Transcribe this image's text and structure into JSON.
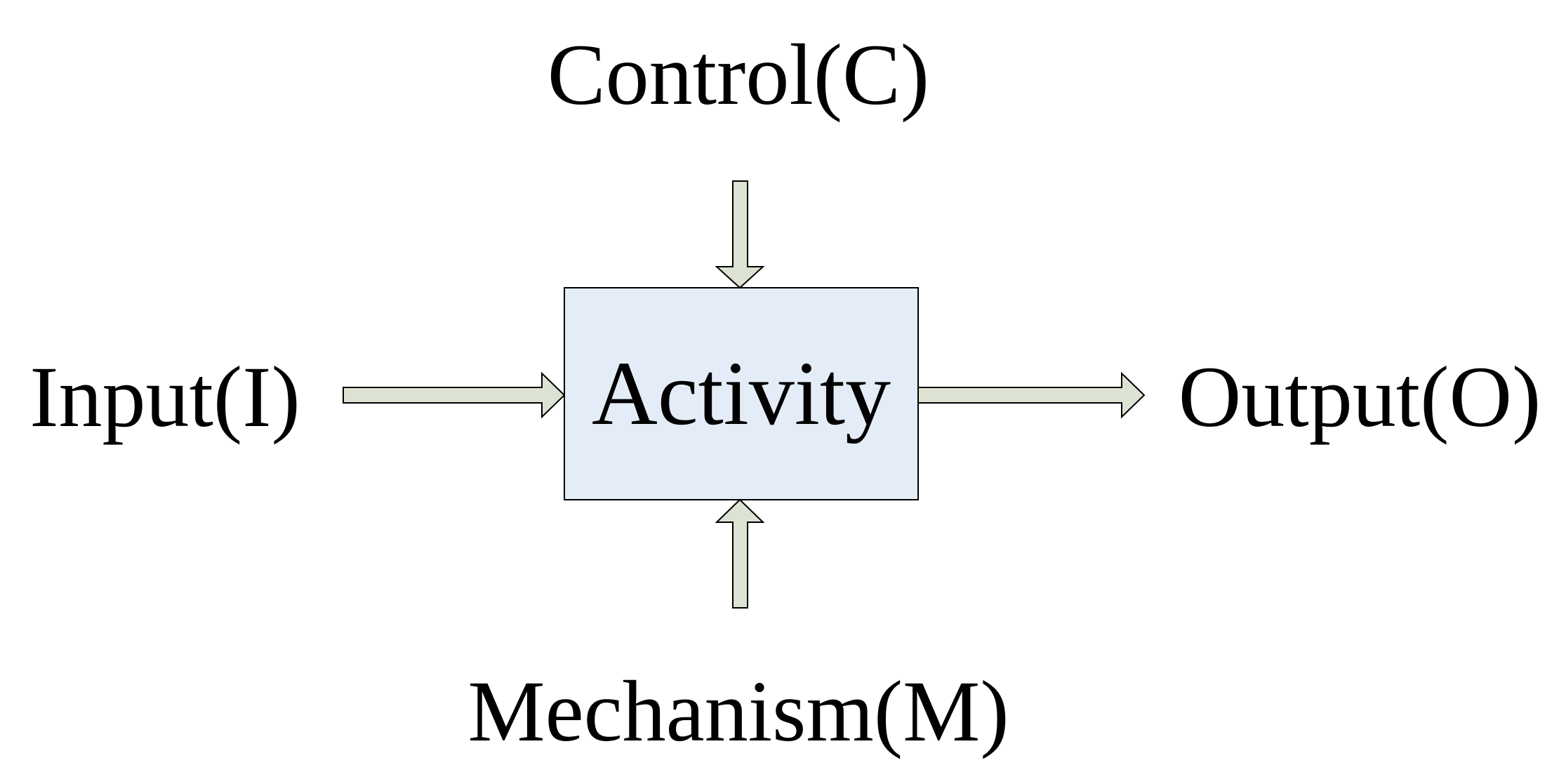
{
  "diagram": {
    "activity_label": "Activity",
    "control_label": "Control(C)",
    "input_label": "Input(I)",
    "output_label": "Output(O)",
    "mechanism_label": "Mechanism(M)"
  },
  "colors": {
    "box_fill": "#e4edf7",
    "arrow_fill": "#dde3d2",
    "stroke": "#000000",
    "text": "#000000"
  }
}
